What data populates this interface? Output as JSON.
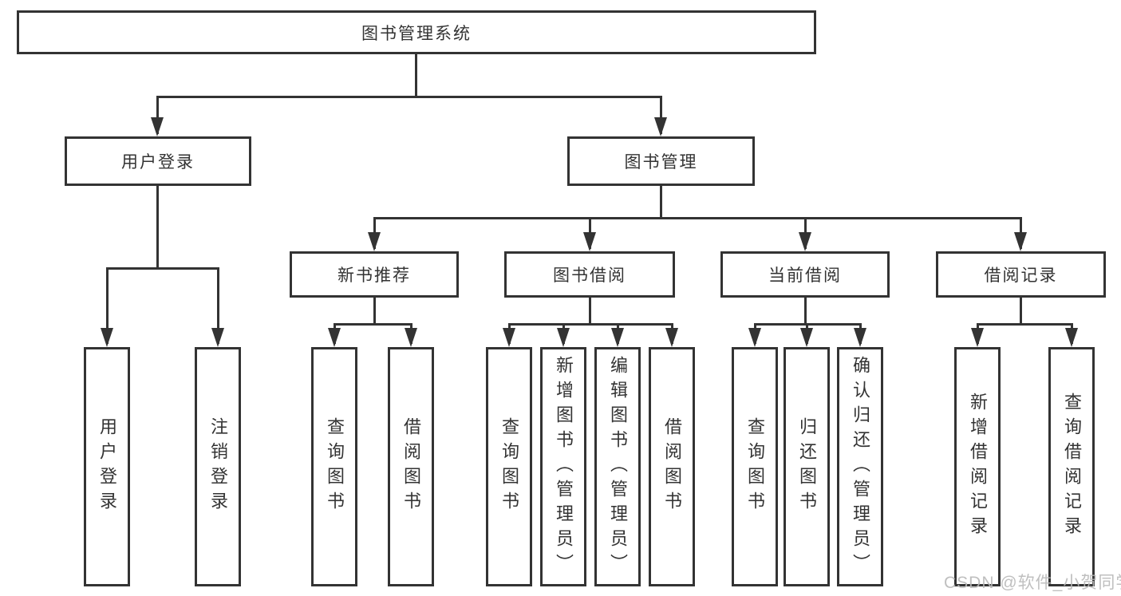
{
  "colors": {
    "line": "#333333",
    "box_border": "#333333",
    "text": "#333333",
    "background": "#ffffff",
    "watermark": "#b9b9b9"
  },
  "watermark": {
    "text": "CSDN @软件_小贺同学"
  },
  "tree": {
    "root": {
      "label": "图书管理系统"
    },
    "branches": [
      {
        "label": "用户登录",
        "children": [
          {
            "label": "用户登录"
          },
          {
            "label": "注销登录"
          }
        ]
      },
      {
        "label": "图书管理",
        "children": [
          {
            "label": "新书推荐",
            "children": [
              {
                "label": "查询图书"
              },
              {
                "label": "借阅图书"
              }
            ]
          },
          {
            "label": "图书借阅",
            "children": [
              {
                "label": "查询图书"
              },
              {
                "label": "新增图书（管理员）"
              },
              {
                "label": "编辑图书（管理员）"
              },
              {
                "label": "借阅图书"
              }
            ]
          },
          {
            "label": "当前借阅",
            "children": [
              {
                "label": "查询图书"
              },
              {
                "label": "归还图书"
              },
              {
                "label": "确认归还（管理员）"
              }
            ]
          },
          {
            "label": "借阅记录",
            "children": [
              {
                "label": "新增借阅记录"
              },
              {
                "label": "查询借阅记录"
              }
            ]
          }
        ]
      }
    ]
  }
}
